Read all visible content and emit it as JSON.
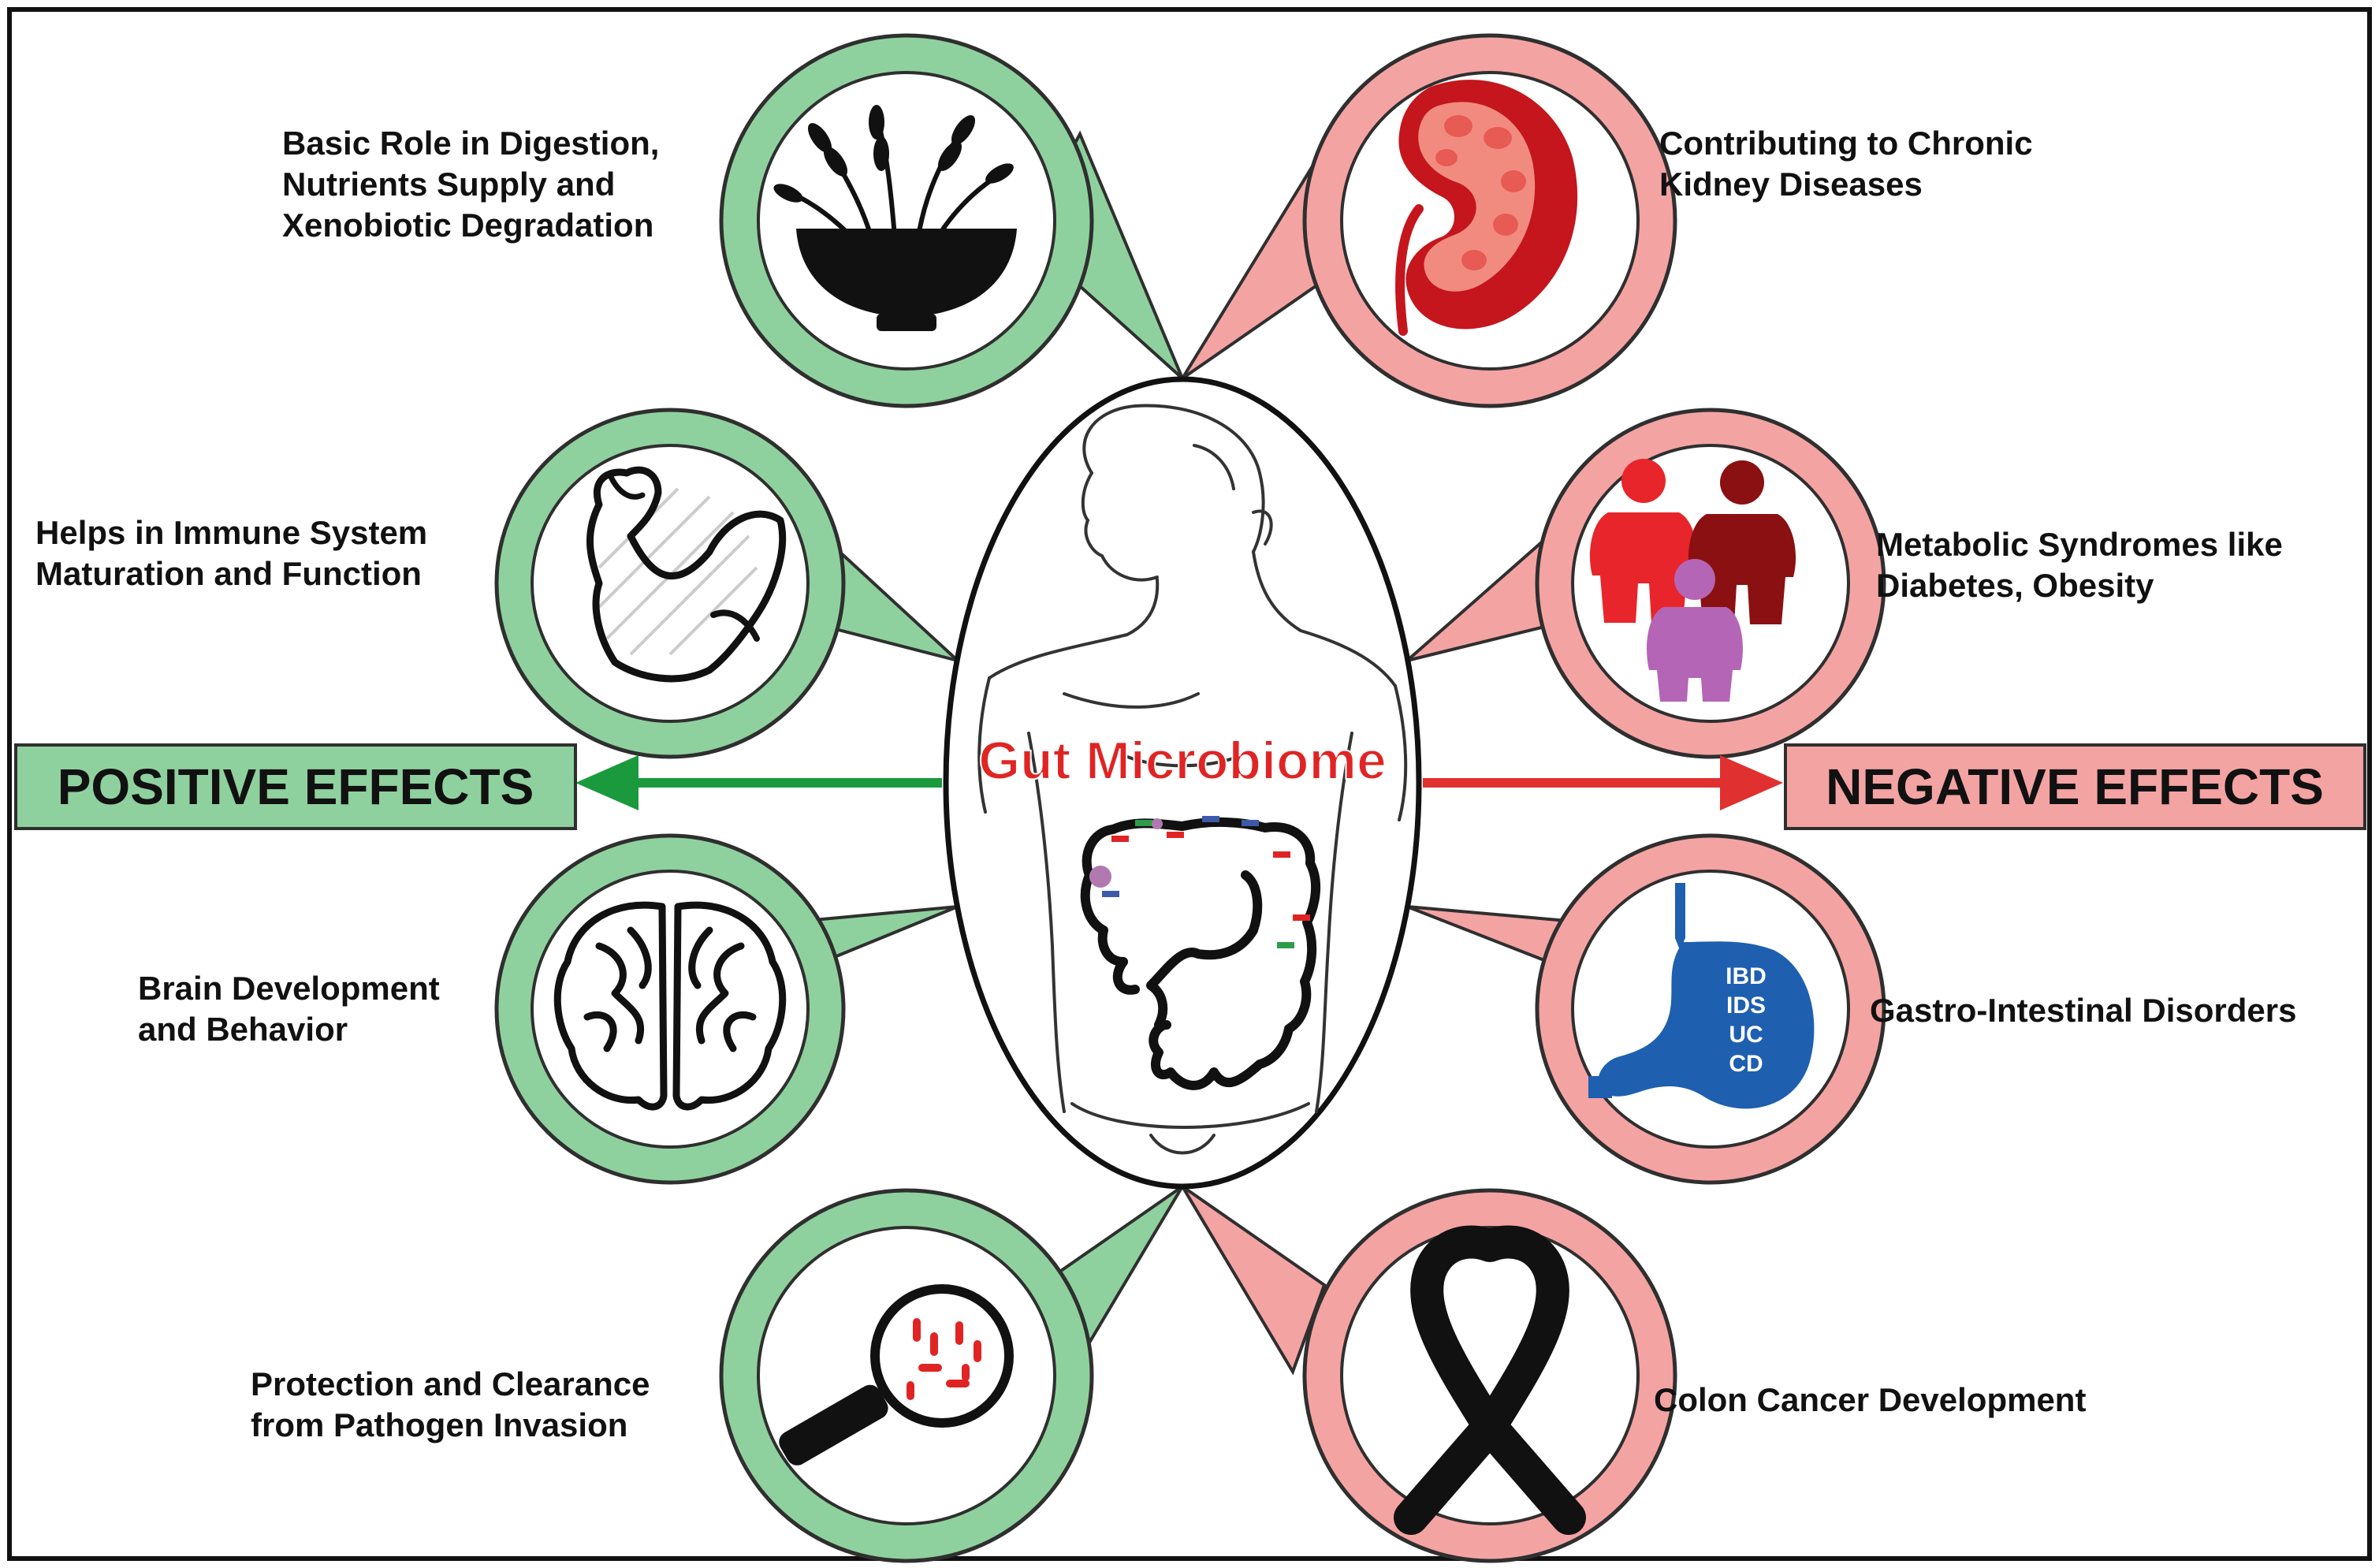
{
  "center": {
    "title": "Gut Microbiome"
  },
  "positive": {
    "header": "POSITIVE EFFECTS",
    "items": [
      {
        "line1": "Basic Role in Digestion,",
        "line2": "Nutrients Supply and",
        "line3": "Xenobiotic Degradation",
        "icon": "bowl-wheat-icon"
      },
      {
        "line1": "Helps in Immune System",
        "line2": "Maturation and Function",
        "icon": "flexed-arm-icon"
      },
      {
        "line1": "Brain Development",
        "line2": "and Behavior",
        "icon": "brain-icon"
      },
      {
        "line1": "Protection and Clearance",
        "line2": "from Pathogen Invasion",
        "icon": "magnifier-bacteria-icon"
      }
    ]
  },
  "negative": {
    "header": "NEGATIVE EFFECTS",
    "items": [
      {
        "line1": "Contributing to Chronic",
        "line2": "Kidney Diseases",
        "icon": "kidney-icon"
      },
      {
        "line1": "Metabolic Syndromes like",
        "line2": "Diabetes, Obesity",
        "icon": "obese-people-icon"
      },
      {
        "line1": "Gastro-Intestinal Disorders",
        "icon": "stomach-icon",
        "stomach_labels": [
          "IBD",
          "IDS",
          "UC",
          "CD"
        ]
      },
      {
        "line1": "Colon Cancer Development",
        "icon": "awareness-ribbon-icon"
      }
    ]
  },
  "colors": {
    "positive_fill": "#8fd19e",
    "negative_fill": "#f4a3a3",
    "positive_arrow": "#1a9a3c",
    "negative_arrow": "#e03030",
    "title": "#e02424",
    "stomach": "#1f5fb0"
  }
}
